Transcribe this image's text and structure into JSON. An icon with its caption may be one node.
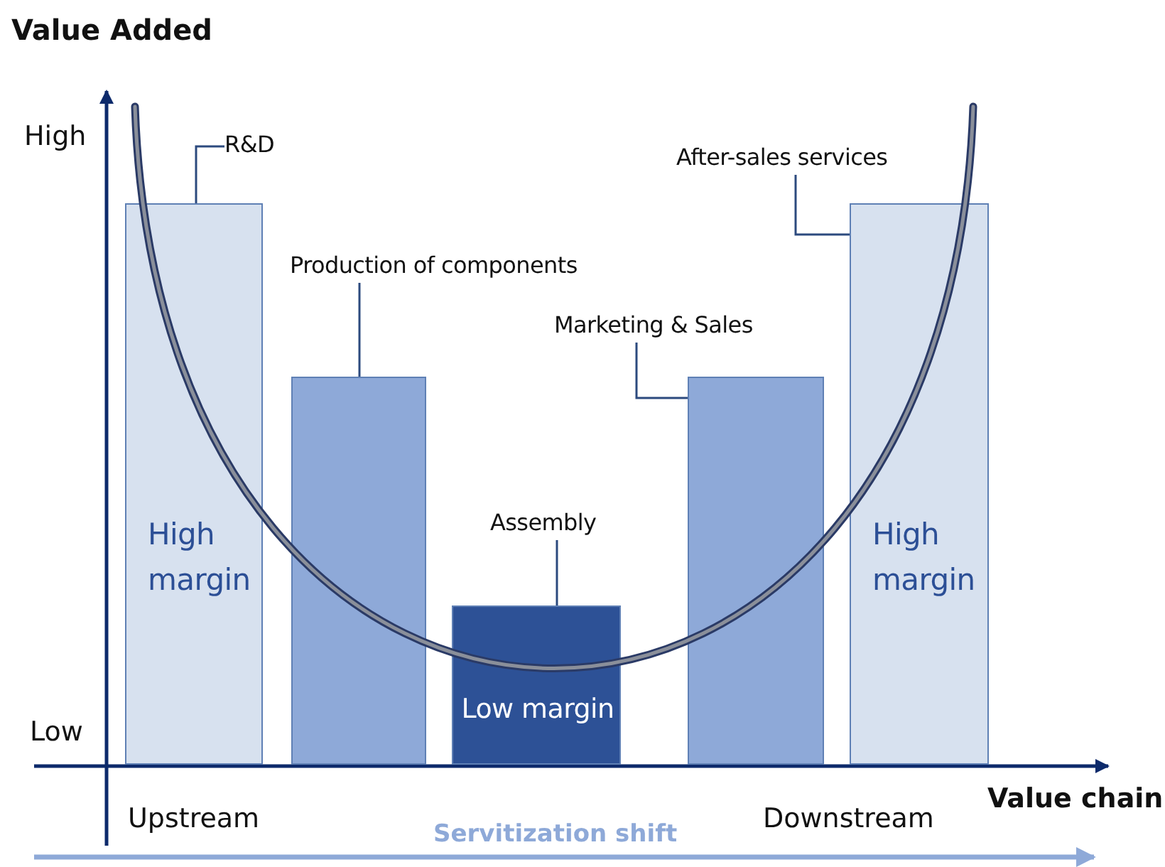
{
  "diagram": {
    "nodes": [
      {
        "text": [
          "R&D"
        ]
      },
      {
        "text": [
          "High margin"
        ]
      },
      {
        "text": [
          "Production of components"
        ]
      },
      {
        "text": [],
        "shape": "bar"
      },
      {
        "text": [
          "Assembly"
        ]
      },
      {
        "text": [
          "Low margin"
        ]
      },
      {
        "text": [
          "Marketing & Sales"
        ]
      },
      {
        "text": [],
        "shape": "bar"
      },
      {
        "text": [
          "After-sales services"
        ]
      },
      {
        "text": [
          "High margin"
        ]
      }
    ],
    "edges": [
      {
        "from": 0,
        "to": 1,
        "arrow": "none"
      },
      {
        "from": 2,
        "to": 3,
        "arrow": "none"
      },
      {
        "from": 4,
        "to": 5,
        "arrow": "none"
      },
      {
        "from": 6,
        "to": 7,
        "arrow": "none"
      },
      {
        "from": 8,
        "to": 9,
        "arrow": "none"
      }
    ],
    "labels": [
      "Value Added",
      "High",
      "Low",
      "Value chain",
      "Upstream",
      "Downstream",
      "Servitization shift"
    ]
  }
}
